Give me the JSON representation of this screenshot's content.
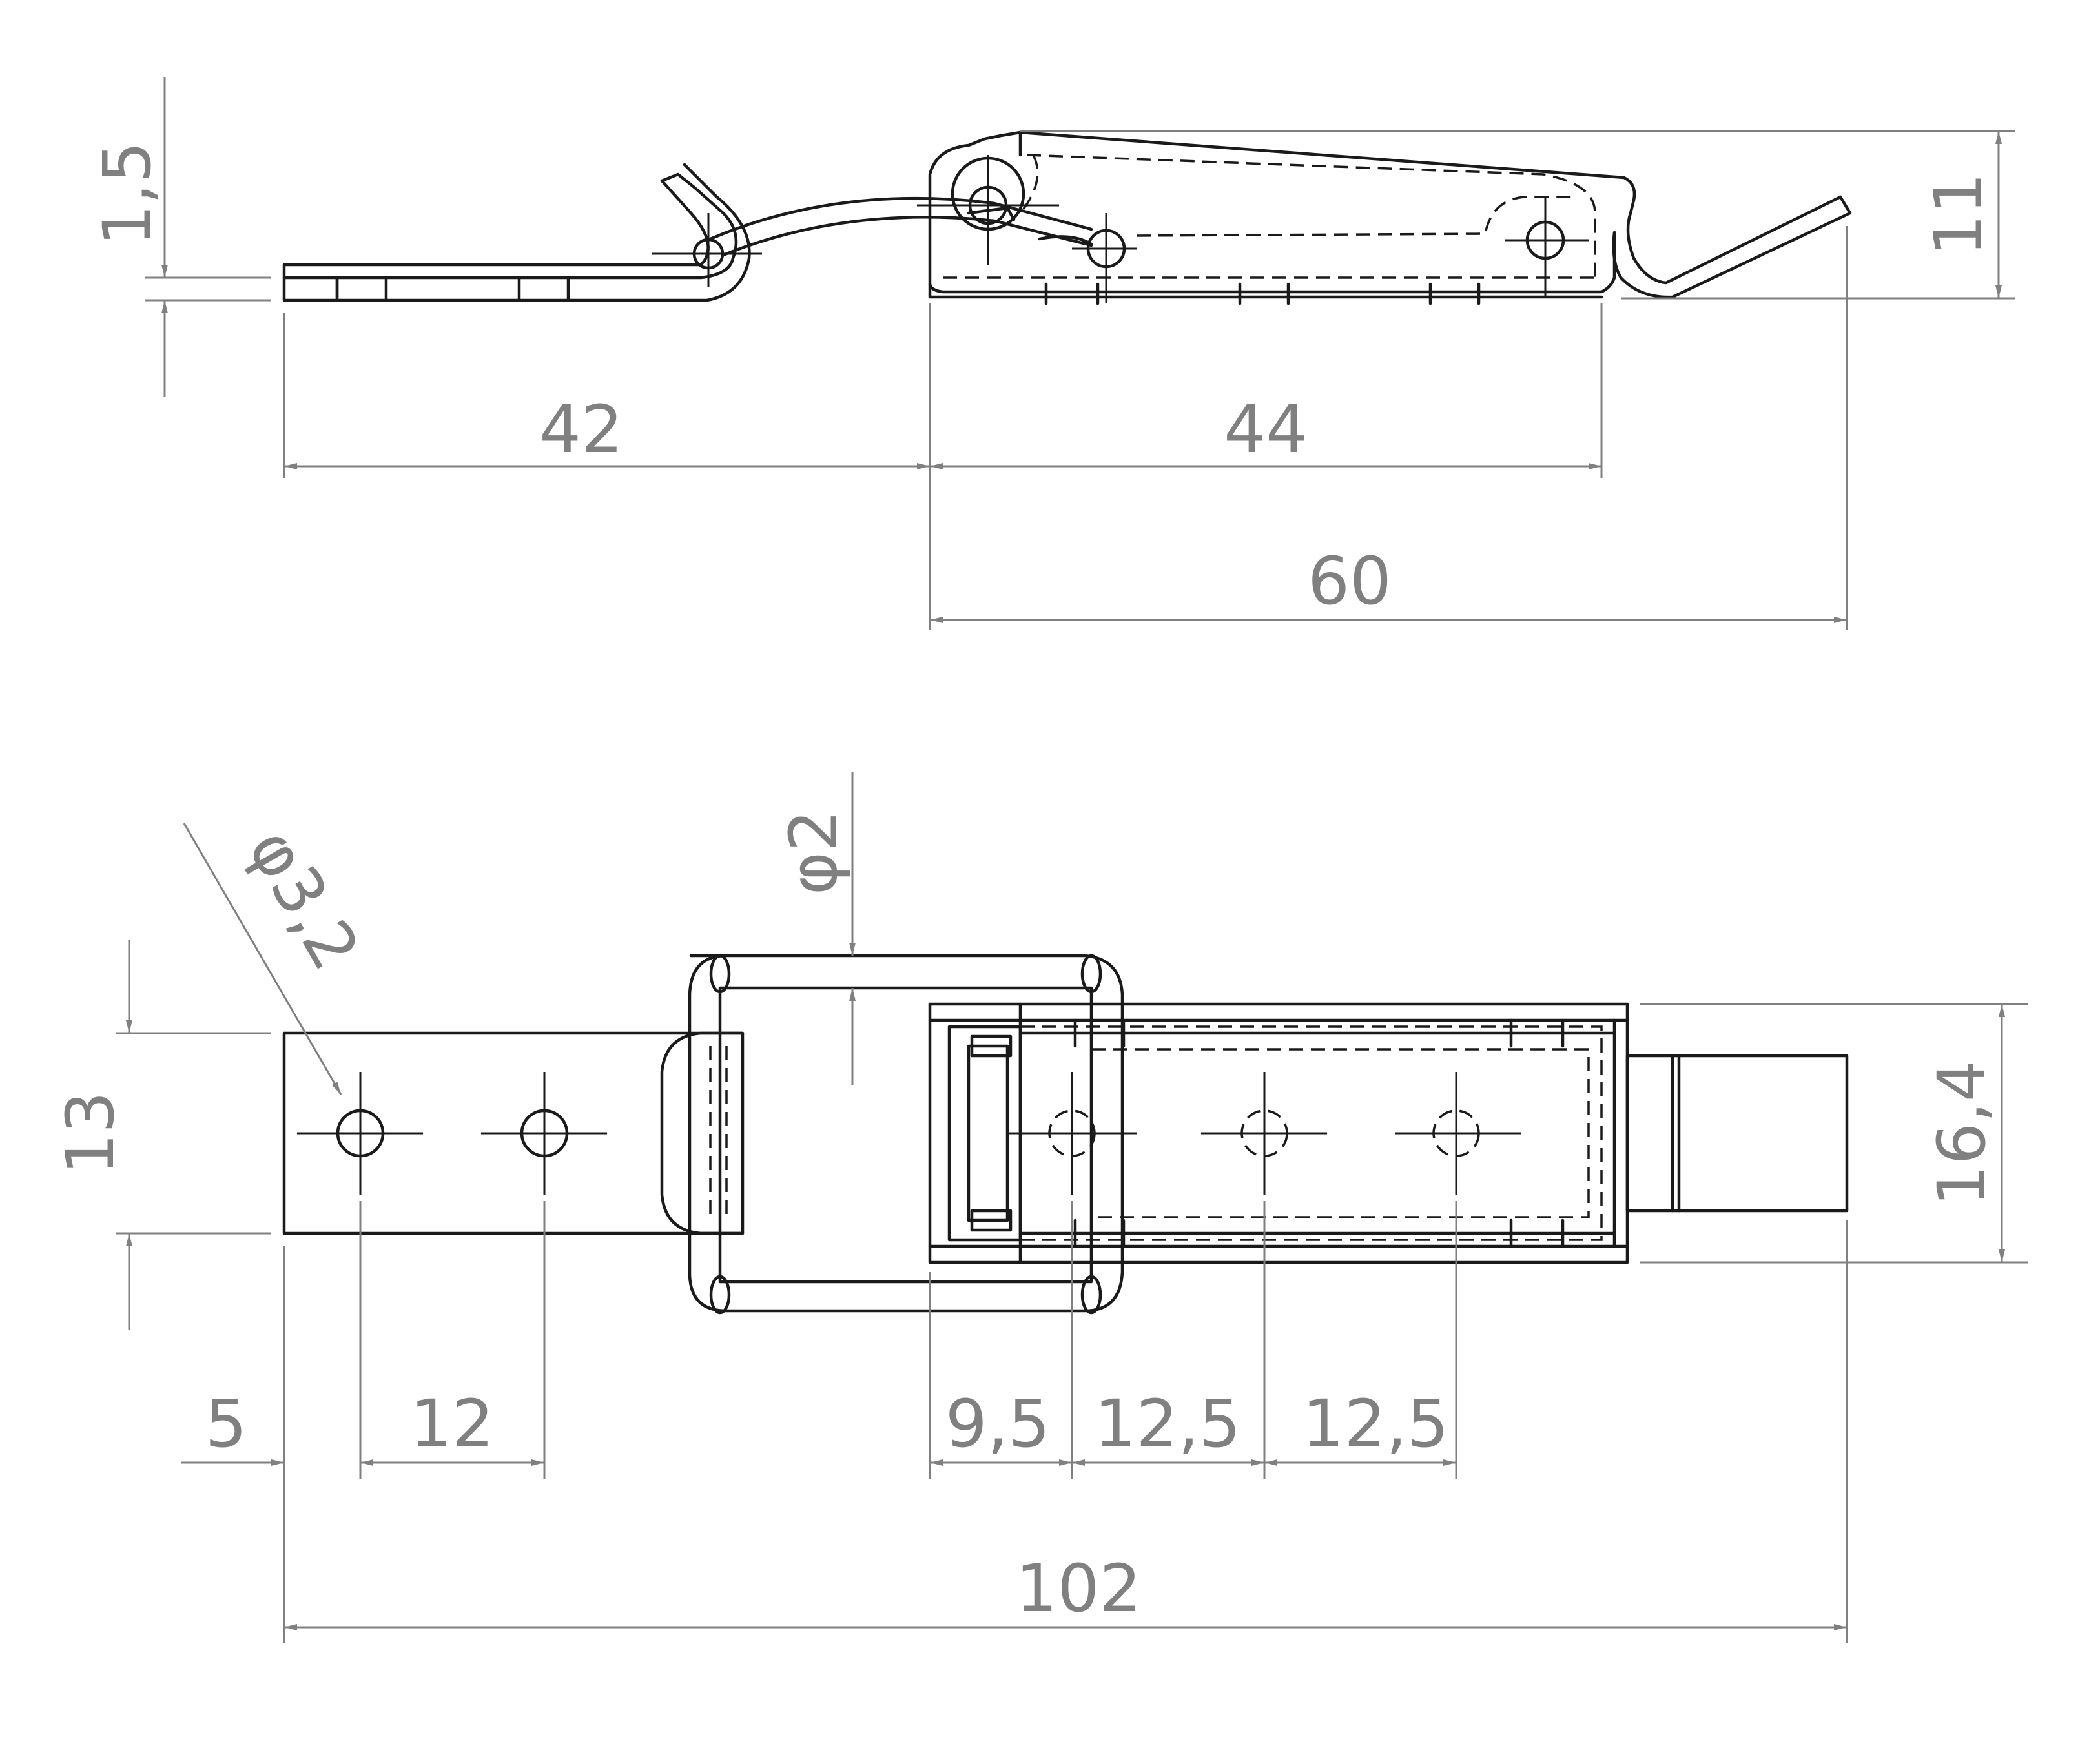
{
  "drawing": {
    "unit_note": "",
    "side_view": {
      "thickness": "1,5",
      "height": "11",
      "strike_length": "42",
      "body_length": "44",
      "overall_body": "60"
    },
    "top_view": {
      "hole_diameter": "φ3,2",
      "pin_diameter": "φ2",
      "plate_width": "13",
      "body_width": "16,4",
      "edge_offset": "5",
      "hole_pitch_strike": "12",
      "first_hole_offset": "9,5",
      "hole_pitch_body_1": "12,5",
      "hole_pitch_body_2": "12,5",
      "overall_length": "102"
    }
  },
  "colors": {
    "part_line": "#1a1a1a",
    "dimension_line": "#808080",
    "background": "#ffffff"
  }
}
